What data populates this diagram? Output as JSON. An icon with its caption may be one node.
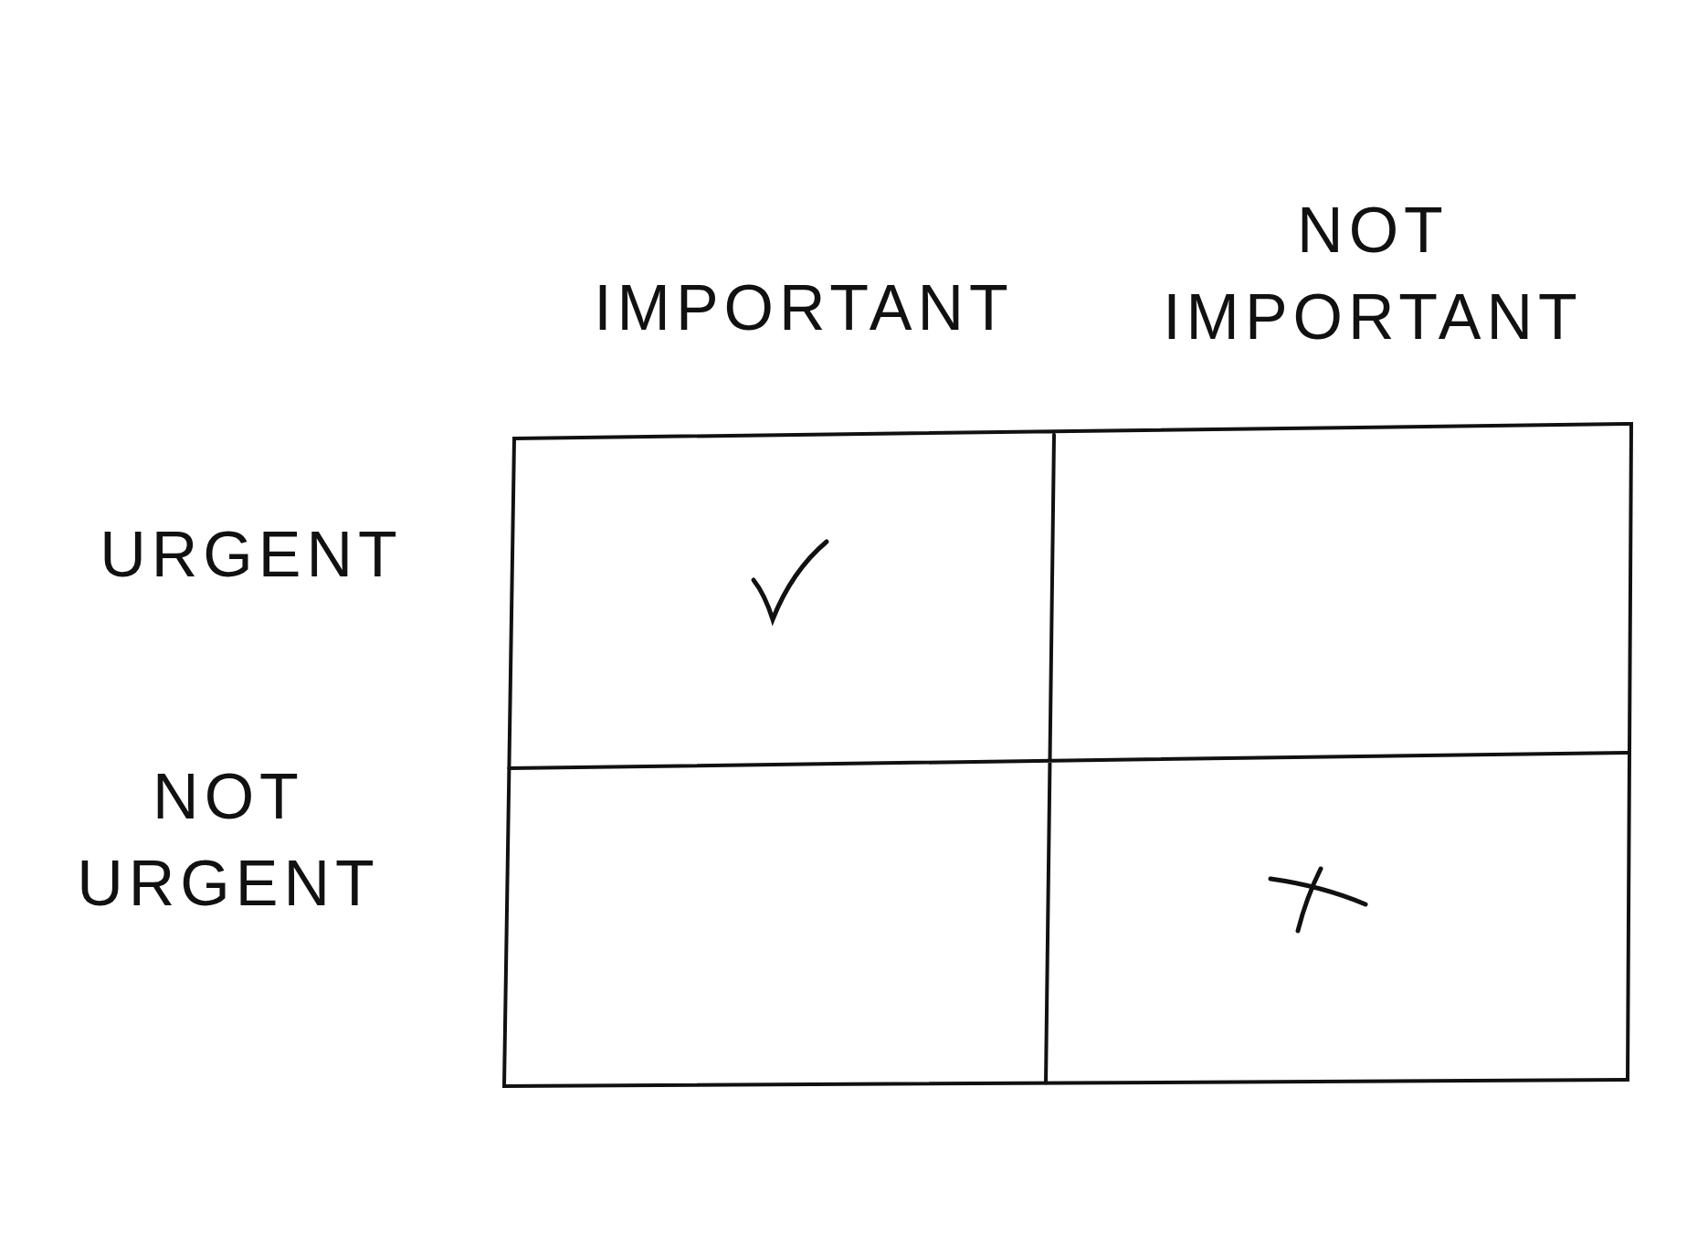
{
  "diagram": {
    "labels": [
      "IMPORTANT",
      "NOT IMPORTANT",
      "URGENT",
      "NOT URGENT"
    ]
  }
}
